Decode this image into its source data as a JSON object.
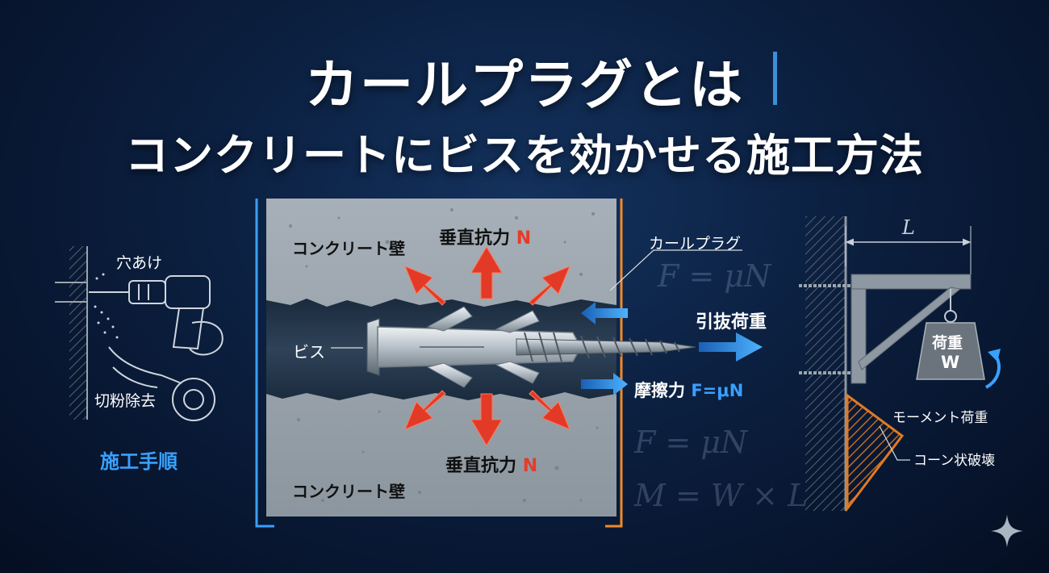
{
  "title": {
    "main": "カールプラグとは",
    "sub": "コンクリートにビスを効かせる施工方法"
  },
  "procedure": {
    "drill_label": "穴あけ",
    "dust_label": "切粉除去",
    "heading": "施工手順"
  },
  "wall": {
    "upper_label": "コンクリート壁",
    "lower_label": "コンクリート壁",
    "screw_label": "ビス",
    "normal_force_top": "垂直抗力",
    "normal_force_bottom": "垂直抗力",
    "n_symbol_top": "N",
    "n_symbol_bottom": "N"
  },
  "forces": {
    "plug_label": "カールプラグ",
    "pullout_label": "引抜荷重",
    "friction_label": "摩擦力",
    "friction_formula": "F=μN"
  },
  "bracket": {
    "length_label": "L",
    "weight_label": "荷重",
    "weight_symbol": "W",
    "moment_label": "モーメント荷重",
    "cone_label": "コーン状破壊"
  },
  "formulas": {
    "f1": "F = μN",
    "f2": "F = μN",
    "f3": "M = W × L"
  },
  "colors": {
    "accent_blue": "#39a0ff",
    "accent_red": "#e63b2a",
    "accent_orange": "#f08a2a",
    "background": "#0b1f3f"
  }
}
